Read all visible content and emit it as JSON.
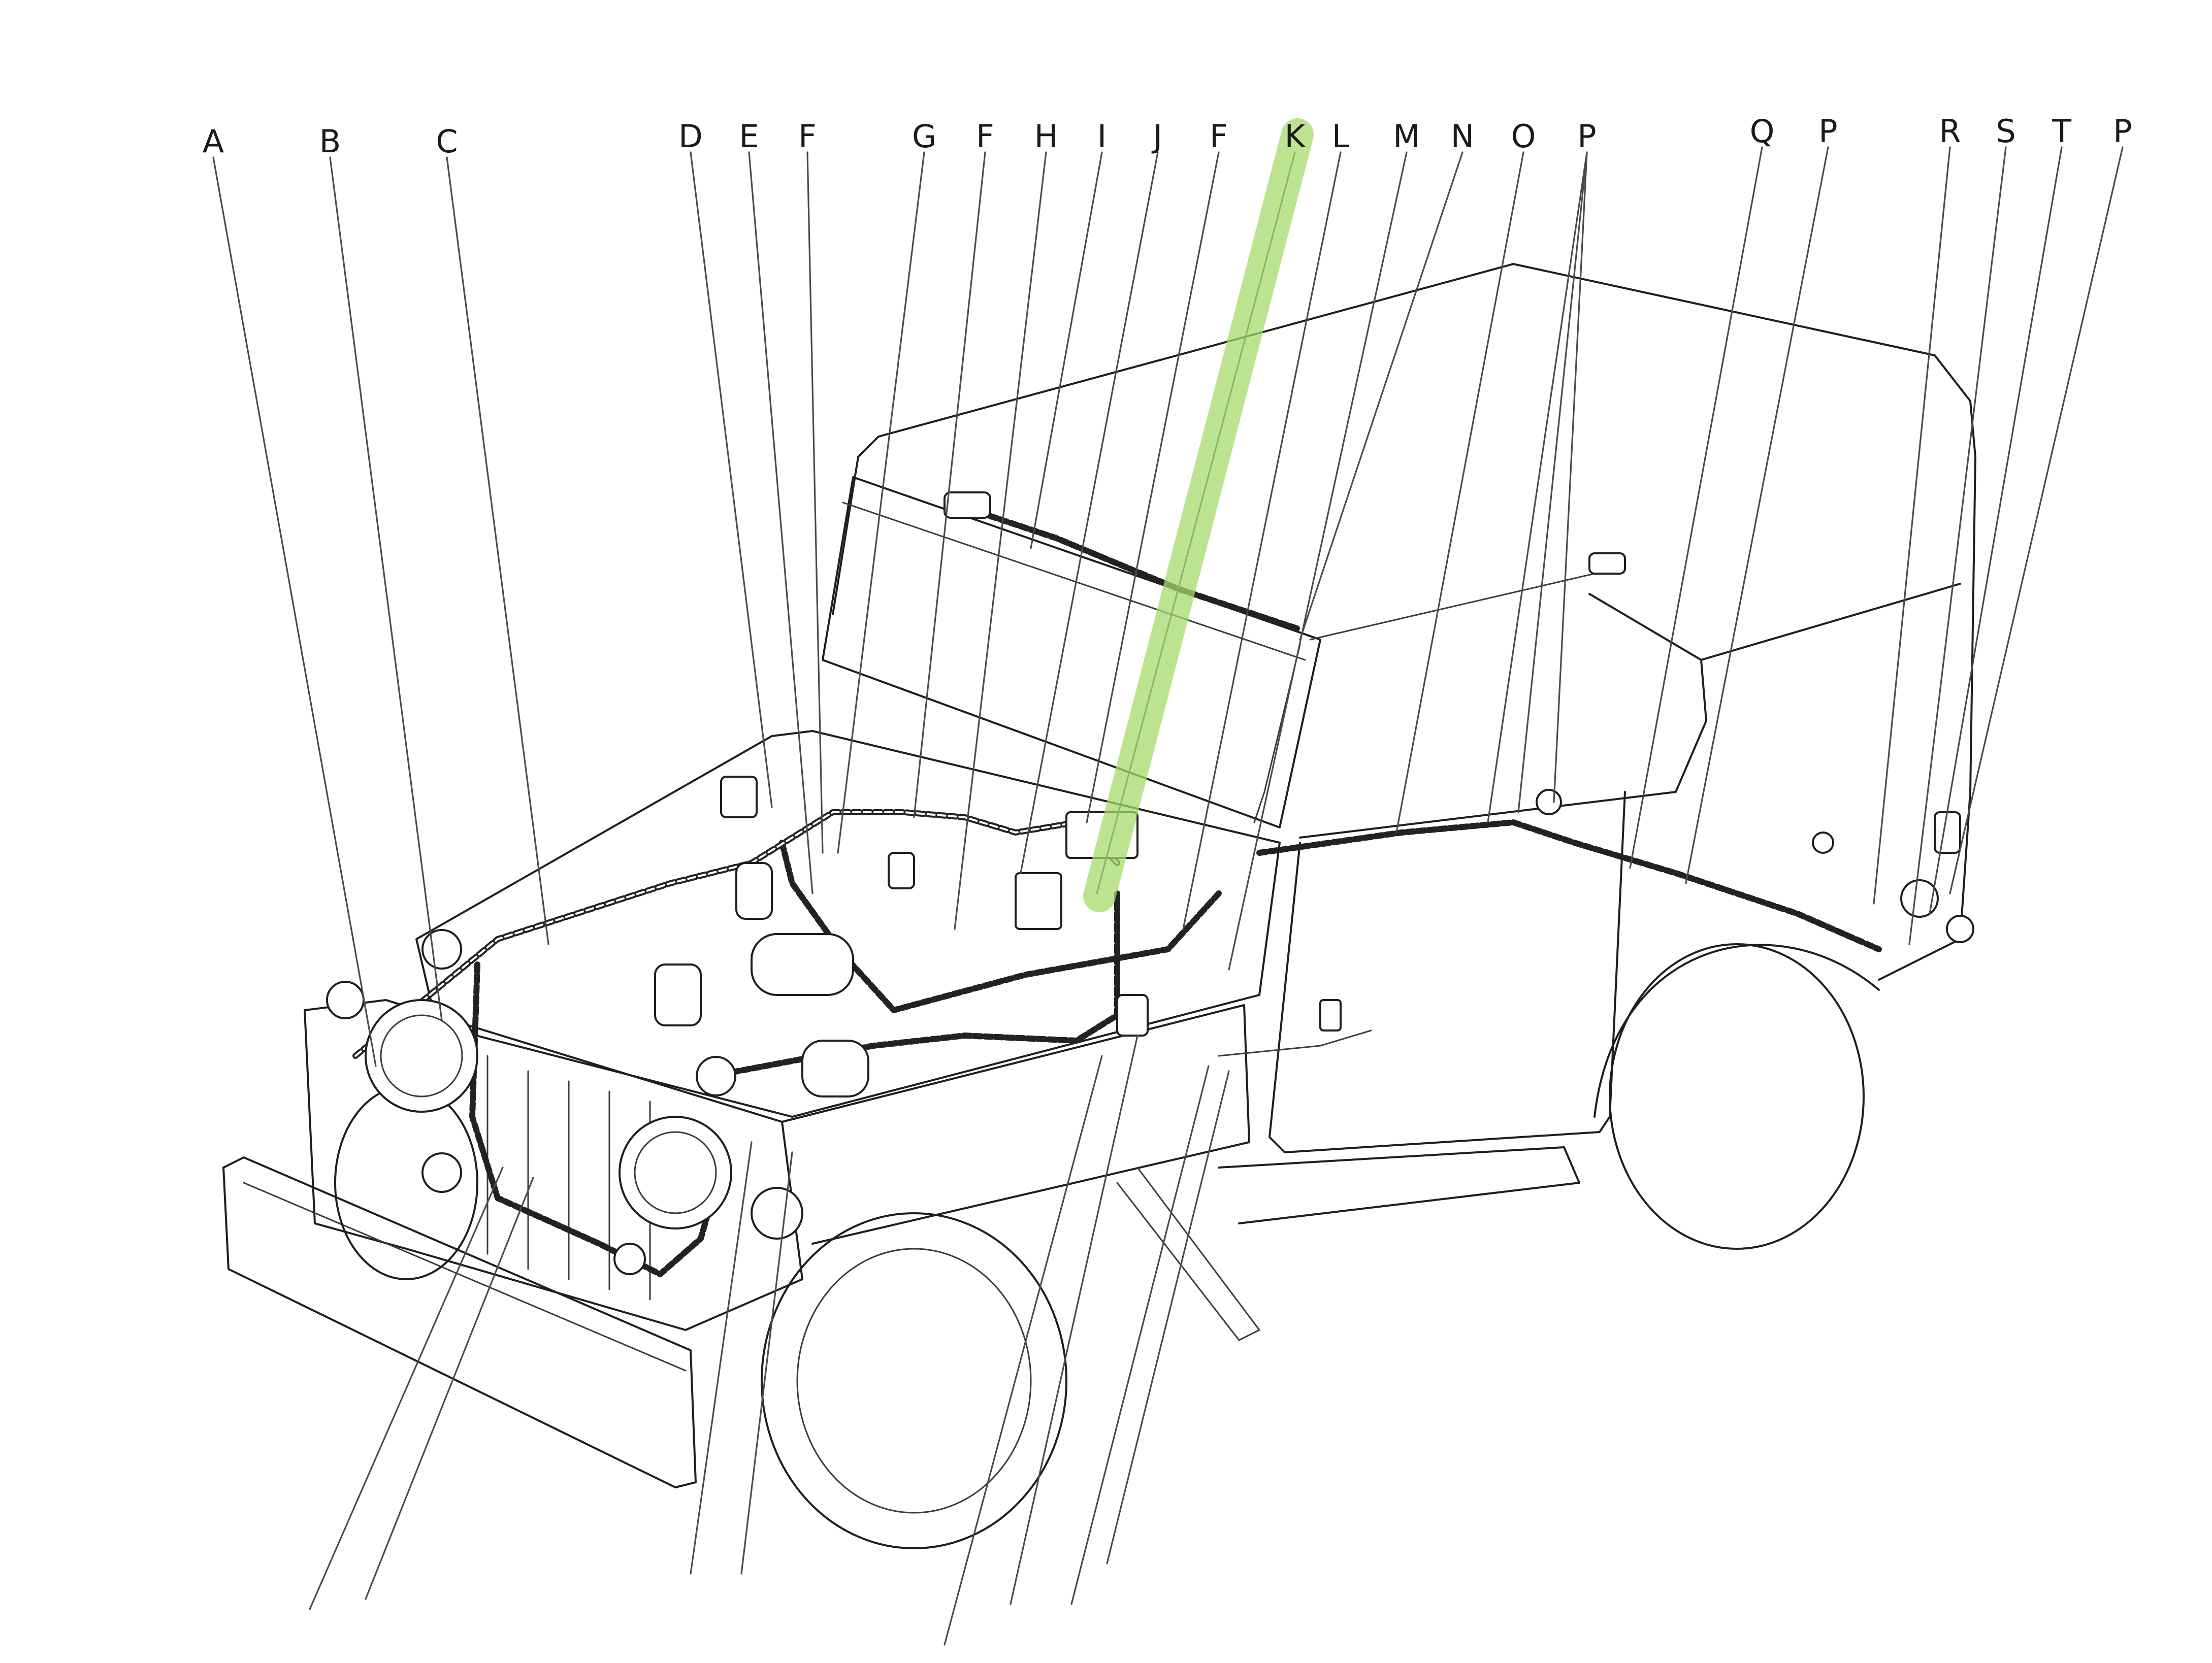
{
  "diagram": {
    "callouts": [
      {
        "id": "A",
        "text": "A"
      },
      {
        "id": "B",
        "text": "B"
      },
      {
        "id": "C",
        "text": "C"
      },
      {
        "id": "D",
        "text": "D"
      },
      {
        "id": "E",
        "text": "E"
      },
      {
        "id": "F1",
        "text": "F"
      },
      {
        "id": "G",
        "text": "G"
      },
      {
        "id": "F2",
        "text": "F"
      },
      {
        "id": "H",
        "text": "H"
      },
      {
        "id": "I",
        "text": "I"
      },
      {
        "id": "J",
        "text": "J"
      },
      {
        "id": "F3",
        "text": "F"
      },
      {
        "id": "K",
        "text": "K"
      },
      {
        "id": "L",
        "text": "L"
      },
      {
        "id": "M",
        "text": "M"
      },
      {
        "id": "N",
        "text": "N"
      },
      {
        "id": "O",
        "text": "O"
      },
      {
        "id": "P1",
        "text": "P"
      },
      {
        "id": "Q",
        "text": "Q"
      },
      {
        "id": "P2",
        "text": "P"
      },
      {
        "id": "R",
        "text": "R"
      },
      {
        "id": "S",
        "text": "S"
      },
      {
        "id": "T",
        "text": "T"
      },
      {
        "id": "P3",
        "text": "P"
      }
    ],
    "highlighted_callout": "K",
    "highlight_color": "#a6d96a"
  }
}
